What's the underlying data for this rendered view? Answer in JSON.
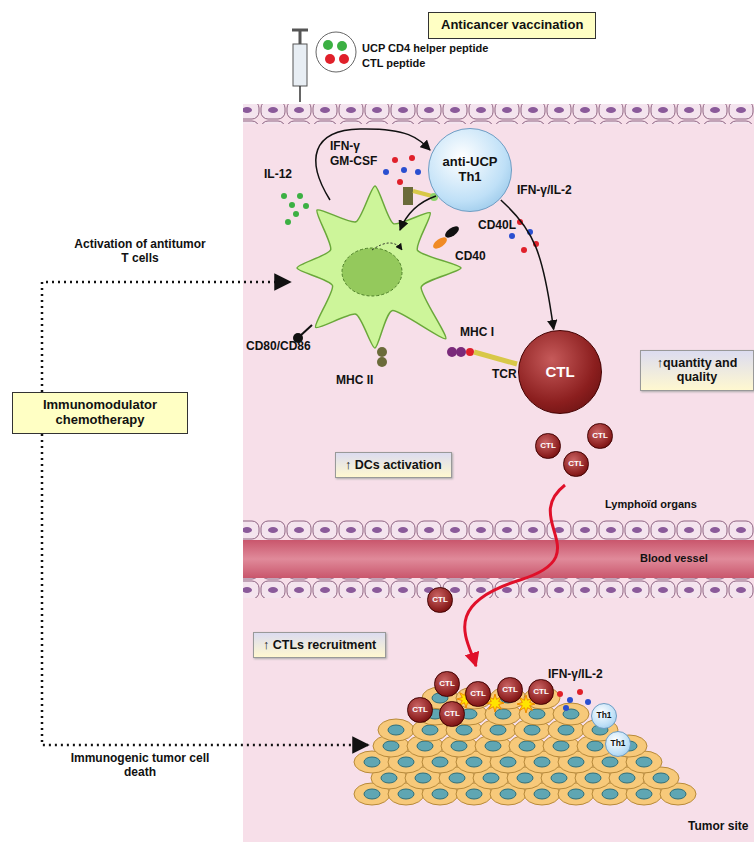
{
  "diagram": {
    "nodes": [
      {
        "text": [
          "Anticancer vaccination"
        ]
      },
      {
        "text": [
          "anti-UCP Th1"
        ]
      },
      {
        "text": [
          "CTL"
        ]
      },
      {
        "text": [
          "↑quantity and quality"
        ]
      },
      {
        "text": [
          "↑ DCs activation"
        ]
      },
      {
        "text": [
          "CTL"
        ]
      },
      {
        "text": [
          "CTL"
        ]
      },
      {
        "text": [
          "CTL"
        ]
      },
      {
        "text": [
          "CTL"
        ]
      },
      {
        "text": [
          "↑ CTLs recruitment"
        ]
      },
      {
        "text": [
          "CTL"
        ]
      },
      {
        "text": [
          "CTL"
        ]
      },
      {
        "text": [
          "CTL"
        ]
      },
      {
        "text": [
          "CTL"
        ]
      },
      {
        "text": [
          "CTL"
        ]
      },
      {
        "text": [
          "CTL"
        ]
      },
      {
        "text": [
          "Th1"
        ]
      },
      {
        "text": [
          "Th1"
        ]
      },
      {
        "text": [
          "Immunomodulator chemotherapy"
        ]
      }
    ],
    "edges": [
      {
        "from": 1,
        "to": 2,
        "arrow": "to",
        "label": "IFN-γ/IL-2"
      }
    ],
    "labels": [
      "UCP CD4 helper peptide",
      "CTL peptide",
      "IL-12",
      "IFN-γ",
      "GM-CSF",
      "CD40L",
      "CD40",
      "MHC I",
      "TCR",
      "CD80/CD86",
      "MHC II",
      "Lymphoïd organs",
      "Blood vessel",
      "IFN-γ/IL-2",
      "Tumor site",
      "Activation of antitumor T cells",
      "Immunogenic tumor cell death"
    ]
  }
}
